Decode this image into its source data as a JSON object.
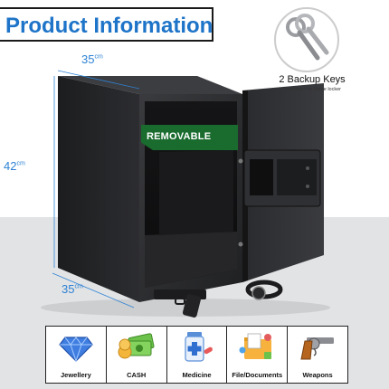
{
  "title": "Product Information",
  "dimensions": {
    "top_width": "35",
    "height": "42",
    "depth": "35",
    "unit": "cm"
  },
  "keys": {
    "caption": "2 Backup Keys",
    "note": "Don't put it in Same locker"
  },
  "shelf_label": "REMOVABLE",
  "categories": [
    {
      "label": "Jewellery",
      "icon": "diamond-icon"
    },
    {
      "label": "CASH",
      "icon": "cash-icon"
    },
    {
      "label": "Medicine",
      "icon": "medicine-icon"
    },
    {
      "label": "File/Documents",
      "icon": "documents-icon"
    },
    {
      "label": "Weapons",
      "icon": "revolver-icon"
    }
  ],
  "colors": {
    "accent": "#1e74c8",
    "dimension": "#2e83d4",
    "shelf": "#1a6b2e",
    "safe_body": "#2a2b2e"
  }
}
